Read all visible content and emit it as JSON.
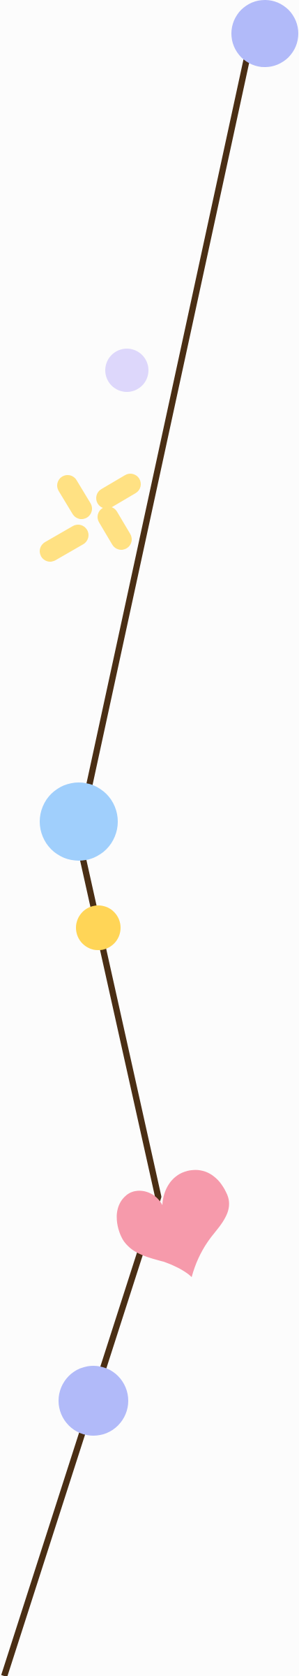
{
  "illustration": {
    "kind": "decorative vertical timeline",
    "colors": {
      "background": "#fcfcfc",
      "line": "#4a2e14",
      "periwinkle": "#b1baf9",
      "lavender": "#ddd7fb",
      "sparkle": "#ffe183",
      "sky": "#a0cffc",
      "yellow": "#ffd557",
      "heart": "#f69aab"
    },
    "markers": [
      {
        "name": "periwinkle-dot-top",
        "shape": "circle"
      },
      {
        "name": "lavender-dot",
        "shape": "circle"
      },
      {
        "name": "sparkle-icon",
        "shape": "sparkle"
      },
      {
        "name": "sky-dot",
        "shape": "circle"
      },
      {
        "name": "yellow-dot",
        "shape": "circle"
      },
      {
        "name": "heart-icon",
        "shape": "heart"
      },
      {
        "name": "periwinkle-dot-bottom",
        "shape": "circle"
      }
    ]
  }
}
